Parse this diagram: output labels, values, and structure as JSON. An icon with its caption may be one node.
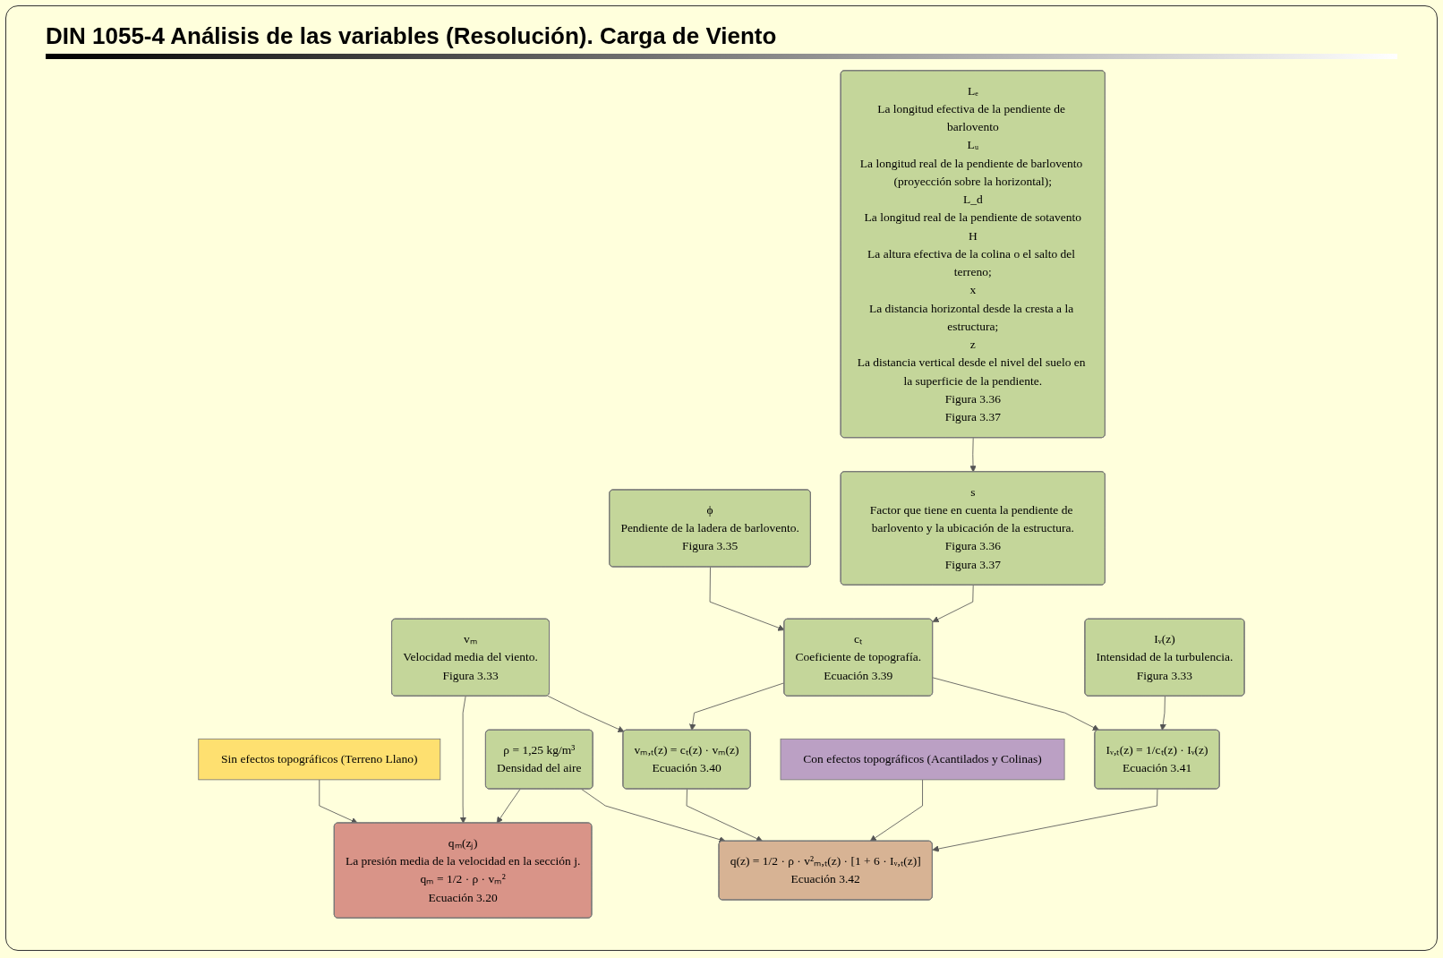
{
  "diagram": {
    "title": "DIN 1055-4 Análisis de las variables (Resolución). Carga de Viento",
    "nodes": [
      {
        "text": [
          "Sin efectos topográficos (Terreno Llano)"
        ]
      },
      {
        "text": [
          "qₘ(zⱼ)",
          "La presión media de la velocidad en la sección j.",
          "qₘ = 1/2 · ρ · vₘ²",
          "Ecuación 3.20"
        ]
      },
      {
        "text": [
          "vₘ",
          "Velocidad media del viento.",
          "Figura 3.33"
        ]
      },
      {
        "text": [
          "Lₑ",
          "La longitud efectiva de la pendiente de barlovento",
          "Lᵤ",
          "La longitud real de la pendiente de barlovento (proyección sobre la horizontal);",
          "L_d",
          "La longitud real de la pendiente de sotavento",
          "H",
          "La altura efectiva de la colina o el salto del terreno;",
          "x",
          "La distancia horizontal desde la cresta a la estructura;",
          "z",
          "La distancia vertical desde el nivel del suelo en la superficie de la pendiente.",
          "Figura 3.36",
          "Figura 3.37"
        ]
      },
      {
        "text": [
          "ρ = 1,25 kg/m³",
          "Densidad del aire"
        ]
      },
      {
        "text": [
          "vₘ,ₜ(z) = cₜ(z) · vₘ(z)",
          "Ecuación 3.40"
        ]
      },
      {
        "text": [
          "ϕ",
          "Pendiente de la ladera de barlovento.",
          "Figura 3.35"
        ]
      },
      {
        "text": [
          "Con efectos topográficos (Acantilados y Colinas)"
        ]
      },
      {
        "text": [
          "q(z) = 1/2 · ρ · v²ₘ,ₜ(z) · [1 + 6 · Iᵥ,ₜ(z)]",
          "Ecuación 3.42"
        ]
      },
      {
        "text": [
          "cₜ",
          "Coeficiente de topografía.",
          "Ecuación 3.39"
        ]
      },
      {
        "text": [
          "Iᵥ(z)",
          "Intensidad de la turbulencia.",
          "Figura 3.33"
        ]
      },
      {
        "text": [
          "Iᵥ,ₜ(z) = 1/cₜ(z) · Iᵥ(z)",
          "Ecuación 3.41"
        ]
      },
      {
        "text": [
          "s",
          "Factor que tiene en cuenta la pendiente de barlovento y la ubicación de la estructura.",
          "Figura 3.36",
          "Figura 3.37"
        ]
      }
    ],
    "edges": [
      {
        "from": 0,
        "to": 1,
        "arrow": "to"
      },
      {
        "from": 2,
        "to": 1,
        "arrow": "to"
      },
      {
        "from": 4,
        "to": 1,
        "arrow": "to"
      },
      {
        "from": 2,
        "to": 5,
        "arrow": "to"
      },
      {
        "from": 4,
        "to": 8,
        "arrow": "to"
      },
      {
        "from": 5,
        "to": 8,
        "arrow": "to"
      },
      {
        "from": 7,
        "to": 8,
        "arrow": "to"
      },
      {
        "from": 6,
        "to": 9,
        "arrow": "to"
      },
      {
        "from": 12,
        "to": 9,
        "arrow": "to"
      },
      {
        "from": 9,
        "to": 5,
        "arrow": "to"
      },
      {
        "from": 9,
        "to": 11,
        "arrow": "to"
      },
      {
        "from": 10,
        "to": 11,
        "arrow": "to"
      },
      {
        "from": 11,
        "to": 8,
        "arrow": "to"
      },
      {
        "from": 3,
        "to": 12,
        "arrow": "to"
      }
    ]
  }
}
